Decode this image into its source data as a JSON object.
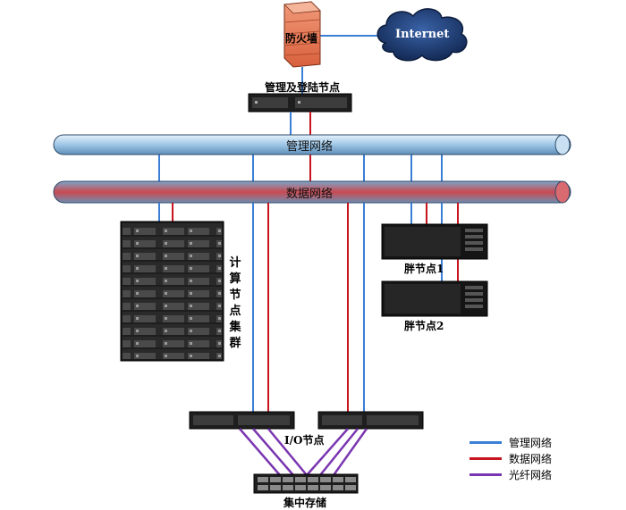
{
  "labels": {
    "firewall": "防火墙",
    "internet": "Internet",
    "mgmt_login_node": "管理及登陆节点",
    "mgmt_network": "管理网络",
    "data_network": "数据网络",
    "compute_cluster": "计算节点集群",
    "fat_node_1": "胖节点1",
    "fat_node_2": "胖节点2",
    "io_node": "I/O节点",
    "central_storage": "集中存储"
  },
  "legend": [
    {
      "label": "管理网络",
      "color": "#3a7fd5"
    },
    {
      "label": "数据网络",
      "color": "#c8141e"
    },
    {
      "label": "光纤网络",
      "color": "#7a36b0"
    }
  ],
  "colors": {
    "mgmt": "#3a7fd5",
    "data": "#c8141e",
    "fiber": "#7a36b0",
    "server": "#1e1e1e",
    "cloud": "#1f3f7a"
  }
}
